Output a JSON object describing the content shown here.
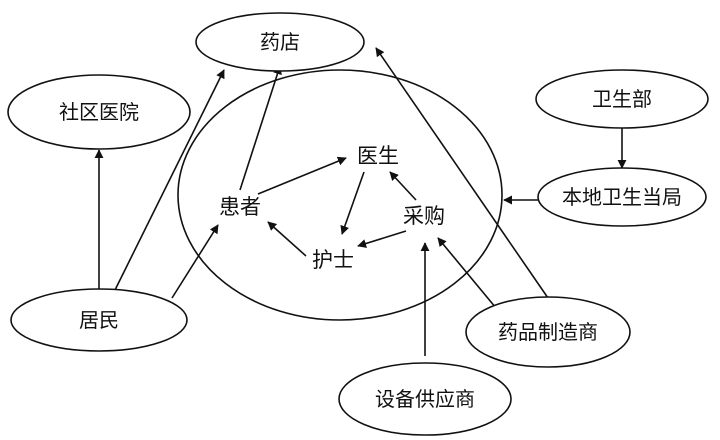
{
  "diagram": {
    "nodes": {
      "pharmacy": "药店",
      "community_hospital": "社区医院",
      "ministry_of_health": "卫生部",
      "local_health_authority": "本地卫生当局",
      "residents": "居民",
      "drug_manufacturer": "药品制造商",
      "equipment_supplier": "设备供应商",
      "patient": "患者",
      "doctor": "医生",
      "nurse": "护士",
      "procurement": "采购"
    }
  }
}
